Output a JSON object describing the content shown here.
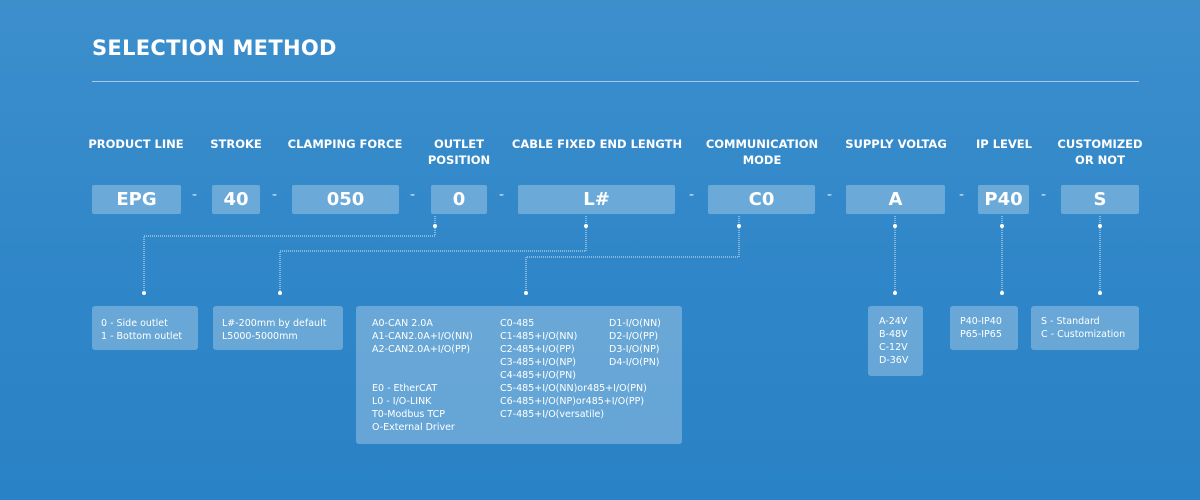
{
  "title": "SELECTION METHOD",
  "fields": [
    {
      "header": "PRODUCT LINE",
      "code": "EPG"
    },
    {
      "header": "STROKE",
      "code": "40"
    },
    {
      "header": "CLAMPING FORCE",
      "code": "050"
    },
    {
      "header": "OUTLET\nPOSITION",
      "code": "0"
    },
    {
      "header": "CABLE FIXED END LENGTH",
      "code": "L#"
    },
    {
      "header": "COMMUNICATION\nMODE",
      "code": "C0"
    },
    {
      "header": "SUPPLY VOLTAG",
      "code": "A"
    },
    {
      "header": "IP LEVEL",
      "code": "P40"
    },
    {
      "header": "CUSTOMIZED\nOR NOT",
      "code": "S"
    }
  ],
  "separator": "-",
  "options": {
    "outlet": [
      "0 - Side outlet",
      "1 - Bottom outlet"
    ],
    "cable": [
      "L#-200mm by default",
      "L5000-5000mm"
    ],
    "comm_col1": [
      "A0-CAN 2.0A",
      "A1-CAN2.0A+I/O(NN)",
      "A2-CAN2.0A+I/O(PP)"
    ],
    "comm_col1b": [
      "E0 - EtherCAT",
      "L0 - I/O-LINK",
      "T0-Modbus TCP",
      "O-External Driver"
    ],
    "comm_col2": [
      "C0-485",
      "C1-485+I/O(NN)",
      "C2-485+I/O(PP)",
      "C3-485+I/O(NP)",
      "C4-485+I/O(PN)",
      "C5-485+I/O(NN)or485+I/O(PN)",
      "C6-485+I/O(NP)or485+I/O(PP)",
      "C7-485+I/O(versatile)"
    ],
    "comm_col3": [
      "D1-I/O(NN)",
      "D2-I/O(PP)",
      "D3-I/O(NP)",
      "D4-I/O(PN)"
    ],
    "voltage": [
      "A-24V",
      "B-48V",
      "C-12V",
      "D-36V"
    ],
    "ip": [
      "P40-IP40",
      "P65-IP65"
    ],
    "custom": [
      "S - Standard",
      "C - Customization"
    ]
  }
}
